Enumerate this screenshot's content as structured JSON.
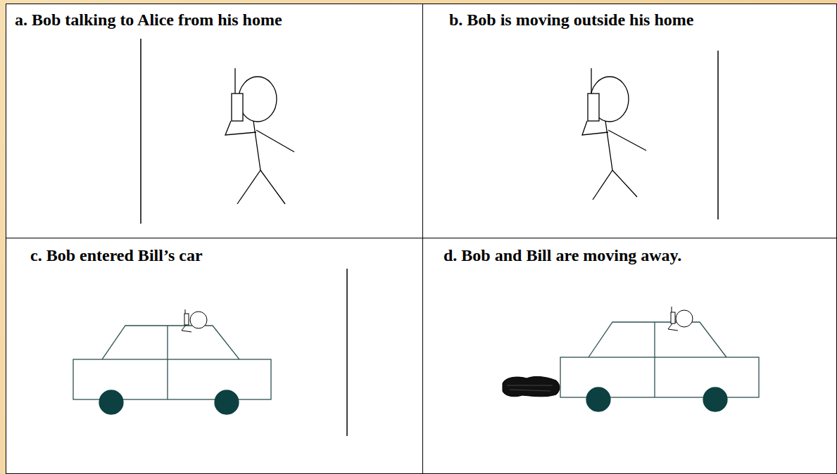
{
  "diagram": {
    "nodes": [
      {
        "text": [
          "a. Bob talking to Alice from his home"
        ]
      },
      {
        "text": [
          "b. Bob is moving outside his home"
        ]
      },
      {
        "text": [
          "c. Bob entered Bill’s car"
        ]
      },
      {
        "text": [
          "d. Bob and Bill are moving away."
        ]
      }
    ]
  }
}
